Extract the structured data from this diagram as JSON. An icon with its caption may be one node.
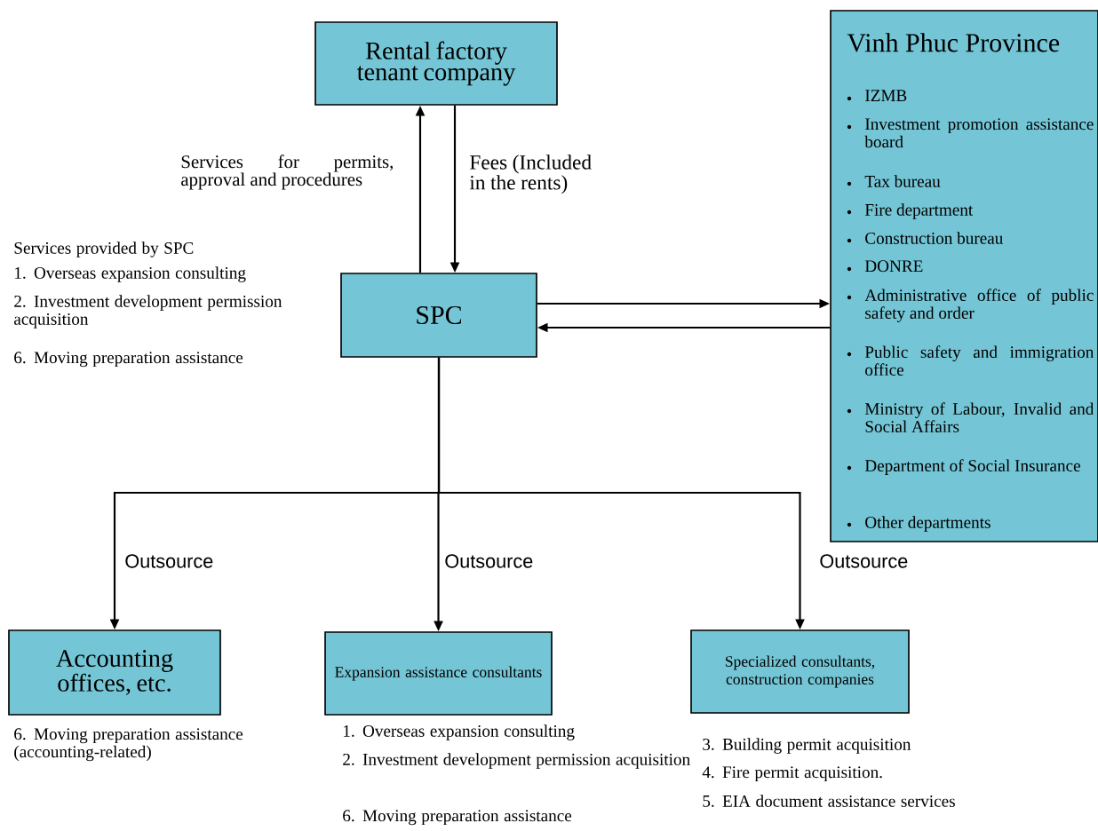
{
  "diagram": {
    "nodes": [
      {
        "text": [
          "Rental factory tenant company"
        ]
      },
      {
        "text": [
          "SPC"
        ]
      },
      {
        "text": [
          "Vinh Phuc Province",
          "IZMB",
          "Investment promotion assistance board",
          "Tax bureau",
          "Fire department",
          "Construction bureau",
          "DONRE",
          "Administrative office of public safety and order",
          "Public safety and immigration office",
          "Ministry of Labour, Invalid and Social Affairs",
          "Department of Social Insurance",
          "Other departments"
        ]
      },
      {
        "text": [
          "Accounting offices, etc."
        ],
        "beside": [
          "6. Moving preparation assistance (accounting-related)"
        ]
      },
      {
        "text": [
          "Expansion assistance consultants"
        ],
        "beside": [
          "1. Overseas expansion consulting",
          "2. Investment development permission acquisition",
          "6. Moving preparation assistance"
        ]
      },
      {
        "text": [
          "Specialized consultants, construction companies"
        ],
        "beside": [
          "3. Building permit acquisition",
          "4. Fire permit acquisition.",
          "5. EIA document assistance services"
        ]
      }
    ],
    "edges": [
      {
        "from": 1,
        "to": 0,
        "arrow": "to",
        "label": "Services for permits, approval and procedures"
      },
      {
        "from": 0,
        "to": 1,
        "arrow": "to",
        "label": "Fees (Included in the rents)"
      },
      {
        "from": 1,
        "to": 2,
        "arrow": "to"
      },
      {
        "from": 2,
        "to": 1,
        "arrow": "to"
      },
      {
        "from": 1,
        "to": 3,
        "arrow": "to",
        "label": "Outsource"
      },
      {
        "from": 1,
        "to": 4,
        "arrow": "to",
        "label": "Outsource"
      },
      {
        "from": 1,
        "to": 5,
        "arrow": "to",
        "label": "Outsource"
      }
    ],
    "labels": [
      "Services provided by SPC",
      "1. Overseas expansion consulting",
      "2. Investment development permission acquisition",
      "6. Moving preparation assistance"
    ]
  }
}
